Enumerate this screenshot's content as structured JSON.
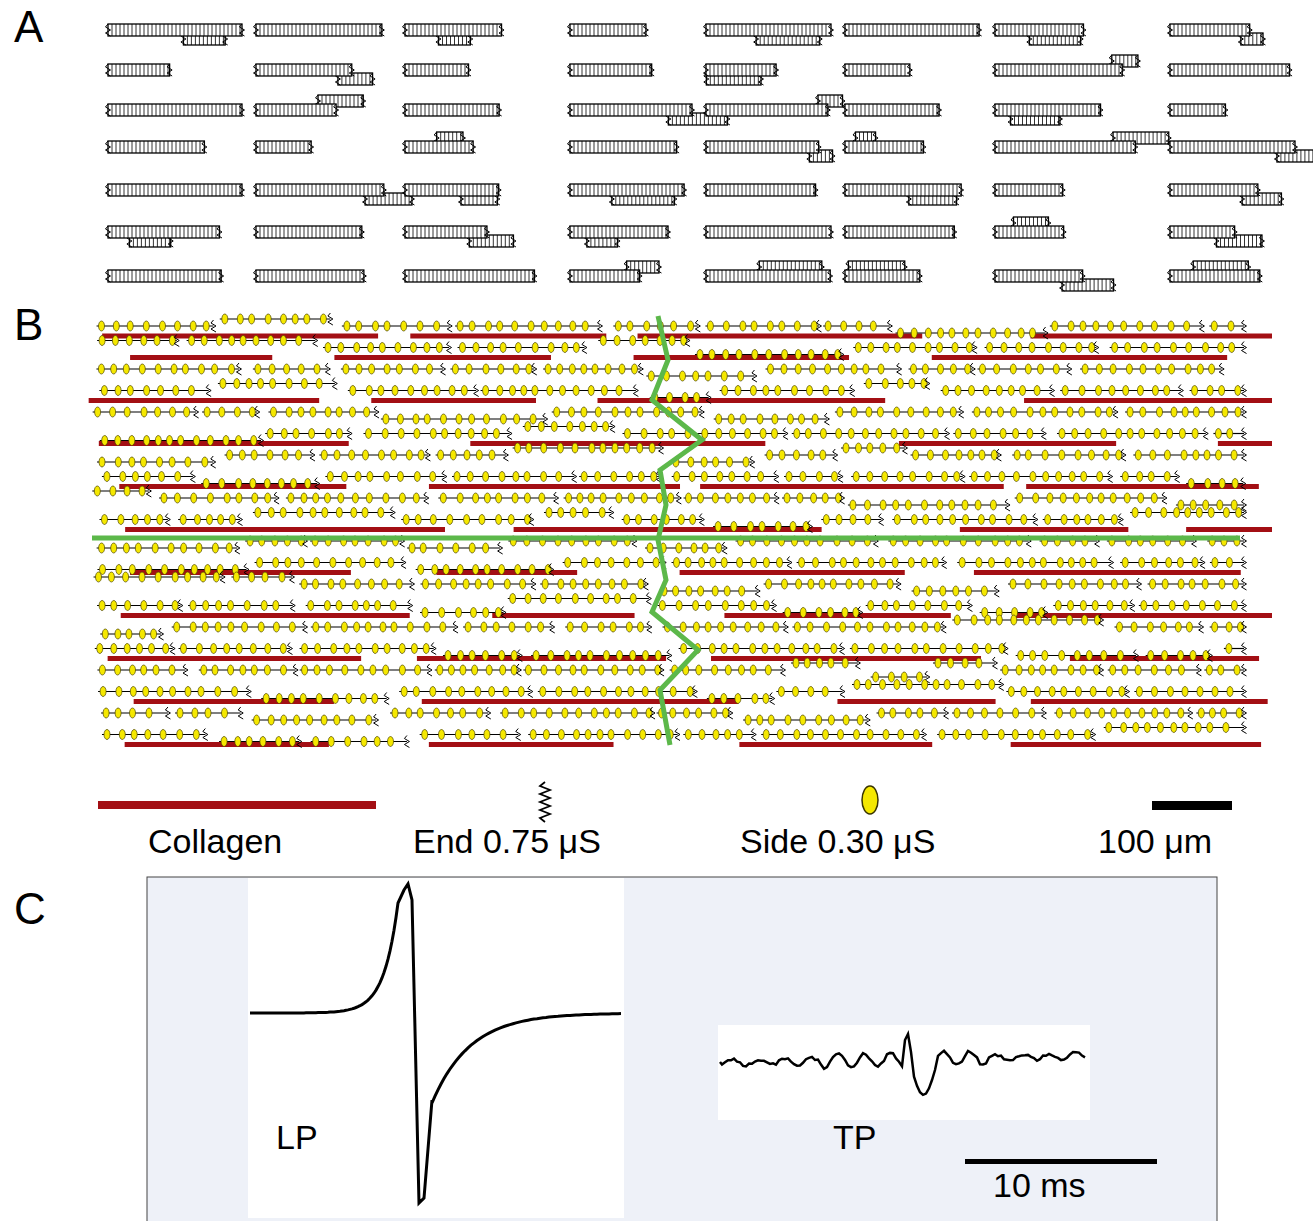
{
  "diagram": {
    "labels": [
      "A",
      "B",
      "C",
      "100 μm",
      "LP",
      "TP",
      "10 ms"
    ],
    "legend": [
      {
        "text": "Collagen",
        "color": "#a30f14"
      },
      {
        "text": "End 0.75 μS"
      },
      {
        "text": "Side 0.30 μS"
      }
    ]
  }
}
